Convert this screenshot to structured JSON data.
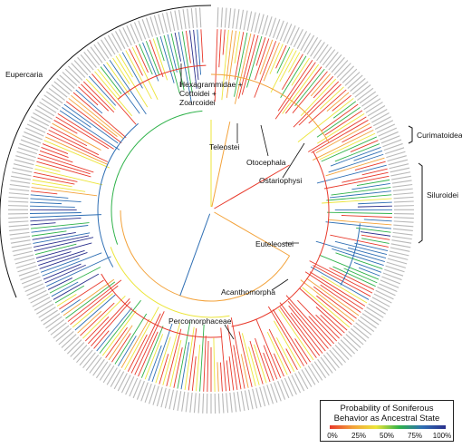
{
  "clades": {
    "teleostei": "Teleostei",
    "otocephala": "Otocephala",
    "ostariophysi": "Ostariophysi",
    "curimatoidea": "Curimatoidea",
    "siluroidei": "Siluroidei",
    "euteleostei": "Euteleostei",
    "acanthomorpha": "Acanthomorpha",
    "percomorphaceae": "Percomorphaceae",
    "eupercaria": "Eupercaria",
    "hexagrammidae_line1": "Hexagrammidae +",
    "hexagrammidae_line2": "Cottoidei +",
    "hexagrammidae_line3": "Zoarcoidei"
  },
  "legend": {
    "title_line1": "Probability of Soniferous",
    "title_line2": "Behavior as Ancestral State",
    "ticks": [
      "0%",
      "25%",
      "50%",
      "75%",
      "100%"
    ],
    "colors": [
      "#e8392b",
      "#f3a23a",
      "#ece53a",
      "#2fb24a",
      "#2f6fb4",
      "#2a2f8c"
    ]
  }
}
